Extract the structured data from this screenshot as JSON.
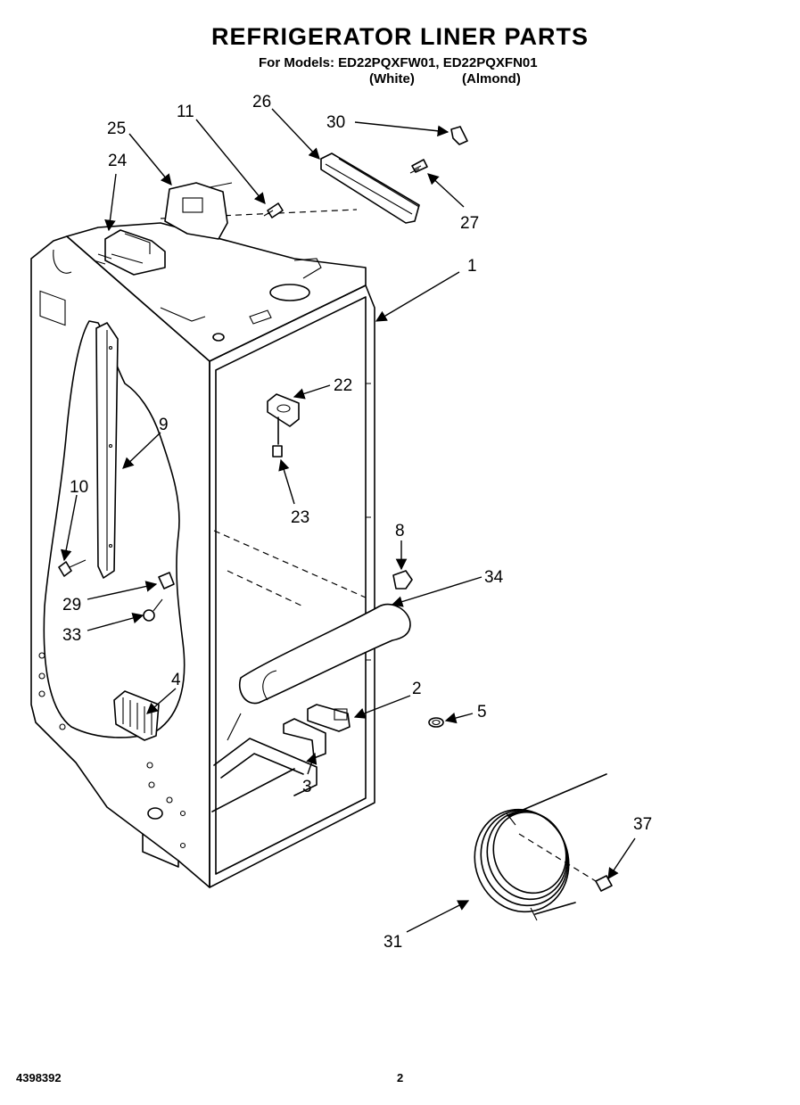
{
  "header": {
    "title": "REFRIGERATOR LINER PARTS",
    "models_line": "For Models: ED22PQXFW01, ED22PQXFN01",
    "variant_white": "(White)",
    "variant_almond": "(Almond)"
  },
  "footer": {
    "part_number": "4398392",
    "page_number": "2"
  },
  "callouts": {
    "p1": "1",
    "p2": "2",
    "p3": "3",
    "p4": "4",
    "p5": "5",
    "p8": "8",
    "p9": "9",
    "p10": "10",
    "p11": "11",
    "p22": "22",
    "p23": "23",
    "p24": "24",
    "p25": "25",
    "p26": "26",
    "p27": "27",
    "p29": "29",
    "p30": "30",
    "p31": "31",
    "p33": "33",
    "p34": "34",
    "p37": "37"
  },
  "colors": {
    "ink": "#000000",
    "paper": "#ffffff"
  }
}
